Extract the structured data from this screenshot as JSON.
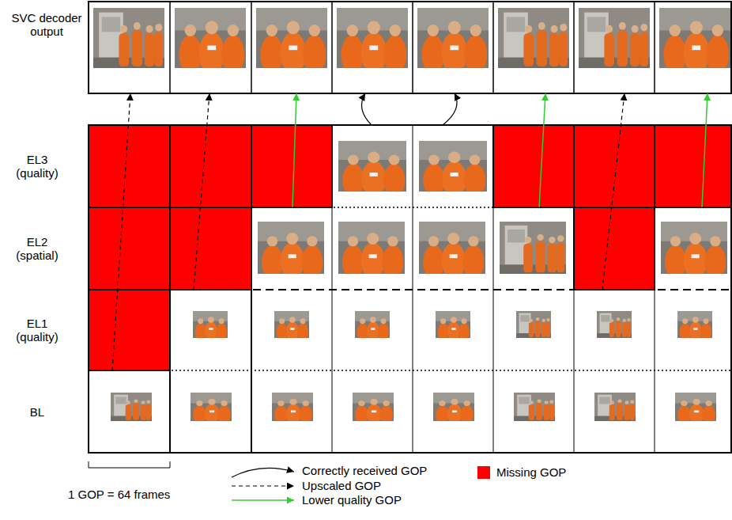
{
  "diagram": {
    "nodes": [
      {
        "text": [
          "SVC decoder output"
        ]
      },
      {
        "text": [
          "EL3 (quality)"
        ]
      },
      {
        "text": [
          "EL2 (spatial)"
        ]
      },
      {
        "text": [
          "EL1 (quality)"
        ]
      },
      {
        "text": [
          "BL"
        ]
      }
    ],
    "edges": [
      {
        "from": 4,
        "to": 0,
        "arrow": "to"
      },
      {
        "from": 3,
        "to": 0,
        "arrow": "to"
      },
      {
        "from": 2,
        "to": 0,
        "arrow": "to"
      },
      {
        "from": 1,
        "to": 0,
        "arrow": "to"
      },
      {
        "from": 1,
        "to": 0,
        "arrow": "to"
      },
      {
        "from": 2,
        "to": 0,
        "arrow": "to"
      },
      {
        "from": 3,
        "to": 0,
        "arrow": "to"
      },
      {
        "from": 2,
        "to": 0,
        "arrow": "to"
      }
    ],
    "labels": [
      "1 GOP = 64 frames"
    ],
    "legend": [
      {
        "text": "Correctly received GOP"
      },
      {
        "text": "Upscaled GOP"
      },
      {
        "text": "Lower quality GOP"
      },
      {
        "text": "Missing GOP",
        "color": "#ff0000"
      }
    ]
  }
}
